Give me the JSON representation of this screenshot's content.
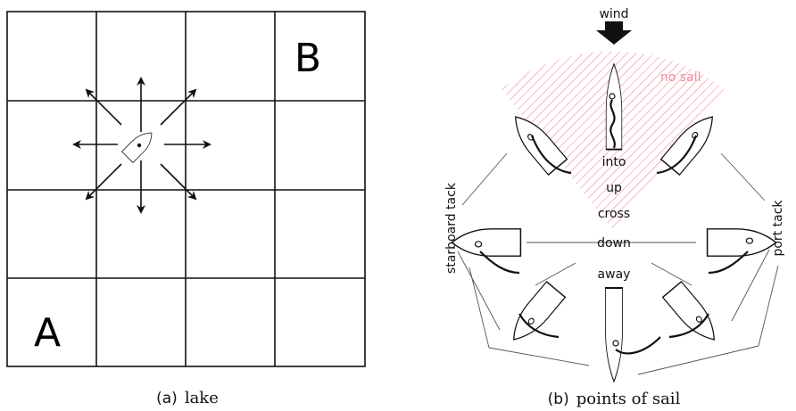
{
  "lake": {
    "label_a": "A",
    "label_b": "B",
    "caption_letter": "(a)",
    "caption_text": "lake"
  },
  "points_of_sail": {
    "wind_label": "wind",
    "no_sail_label": "no sail",
    "no_sail_color": "#f28b96",
    "into_label": "into",
    "up_label": "up",
    "cross_label": "cross",
    "down_label": "down",
    "away_label": "away",
    "starboard_label": "starboard tack",
    "port_label": "port tack",
    "caption_letter": "(b)",
    "caption_text": "points of sail"
  }
}
